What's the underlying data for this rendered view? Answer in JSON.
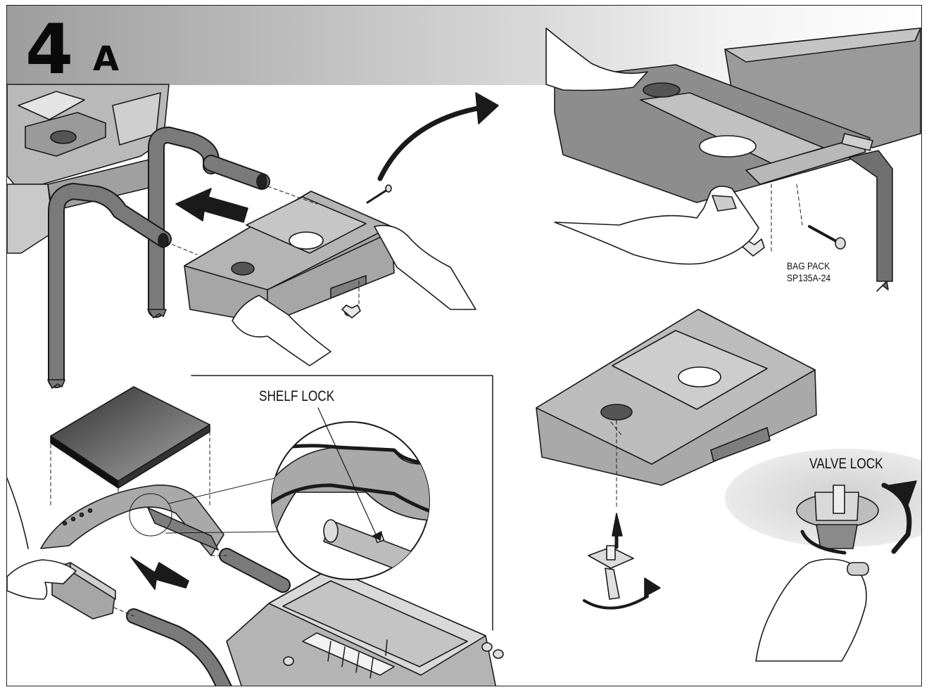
{
  "step": {
    "number": "4",
    "suffix": "A"
  },
  "callouts": {
    "shelf_lock": "SHELF LOCK",
    "bag_pack_line1": "BAG PACK",
    "bag_pack_line2": "SP135A-24",
    "valve_lock": "VALVE LOCK"
  },
  "colors": {
    "tube": "#7a7a7a",
    "shelf": "#a9a9a9",
    "shelf_dark": "#8d8d8d",
    "line": "#1a1a1a",
    "header_dark": "#9d9d9d"
  }
}
